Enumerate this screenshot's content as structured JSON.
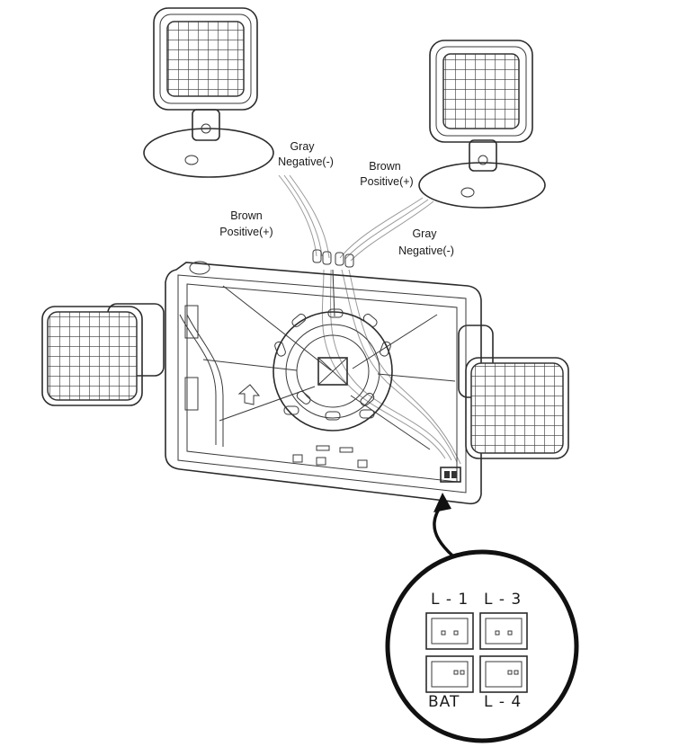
{
  "labels": {
    "gray_top": [
      "Gray",
      "Negative(-)"
    ],
    "brown_top": [
      "Brown",
      "Positive(+)"
    ],
    "brown_left": [
      "Brown",
      "Positive(+)"
    ],
    "gray_right": [
      "Gray",
      "Negative(-)"
    ]
  },
  "connectors": {
    "l1": "L - 1",
    "l3": "L - 3",
    "bat": "BAT",
    "l4": "L - 4"
  }
}
